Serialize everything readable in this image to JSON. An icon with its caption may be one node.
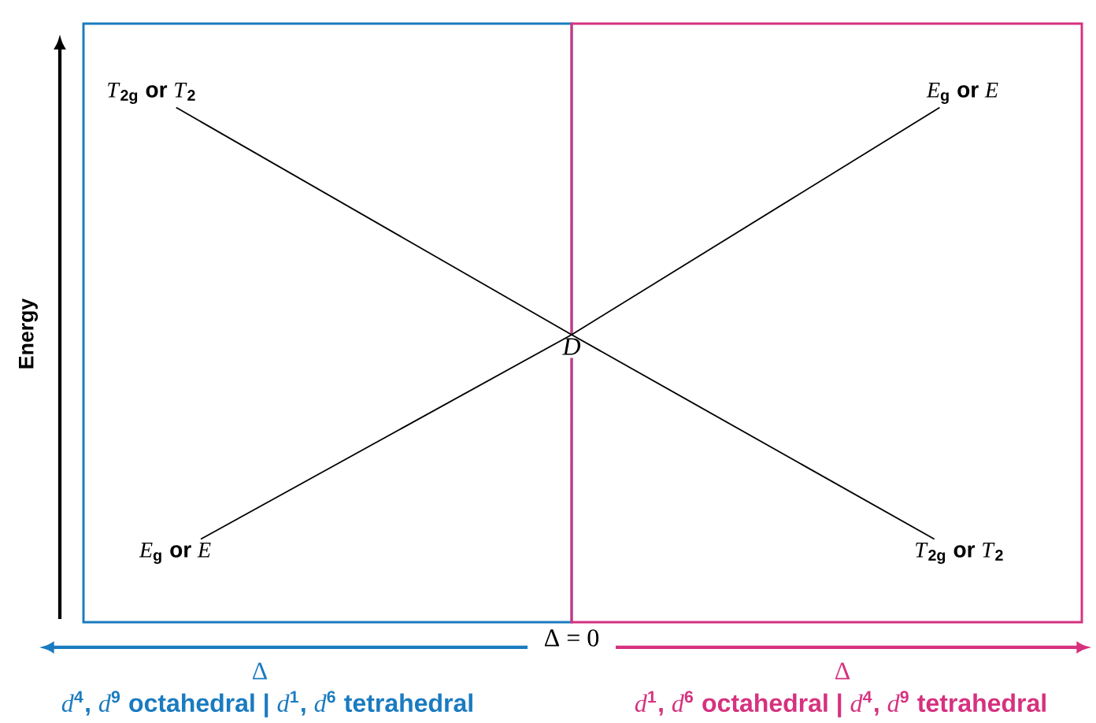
{
  "diagram": {
    "nodes": [
      {
        "text": [],
        "shape": "box"
      },
      {
        "text": [
          "*T*$_{2g}$ or *T*$_{2}$"
        ],
        "in": 0
      },
      {
        "text": [
          "*E*$_{g}$ or *E*"
        ],
        "in": 0
      },
      {
        "text": [],
        "shape": "box"
      },
      {
        "text": [
          "*E*$_{g}$ or *E*"
        ],
        "in": 3
      },
      {
        "text": [
          "*T*$_{2g}$ or *T*$_{2}$"
        ],
        "in": 3
      },
      {
        "text": [
          "D"
        ]
      }
    ],
    "edges": [
      {
        "from": 1,
        "to": 6,
        "arrow": "none"
      },
      {
        "from": 6,
        "to": 5,
        "arrow": "none"
      },
      {
        "from": 2,
        "to": 6,
        "arrow": "none"
      },
      {
        "from": 6,
        "to": 4,
        "arrow": "none"
      }
    ],
    "labels": [
      "Energy",
      "Δ = 0",
      "Δ",
      "*d*$^{4}$, *d*$^{9}$ octahedral | *d*$^{1}$, *d*$^{6}$ tetrahedral",
      "Δ",
      "*d*$^{1}$, *d*$^{6}$ octahedral | *d*$^{4}$, *d*$^{9}$ tetrahedral"
    ]
  }
}
